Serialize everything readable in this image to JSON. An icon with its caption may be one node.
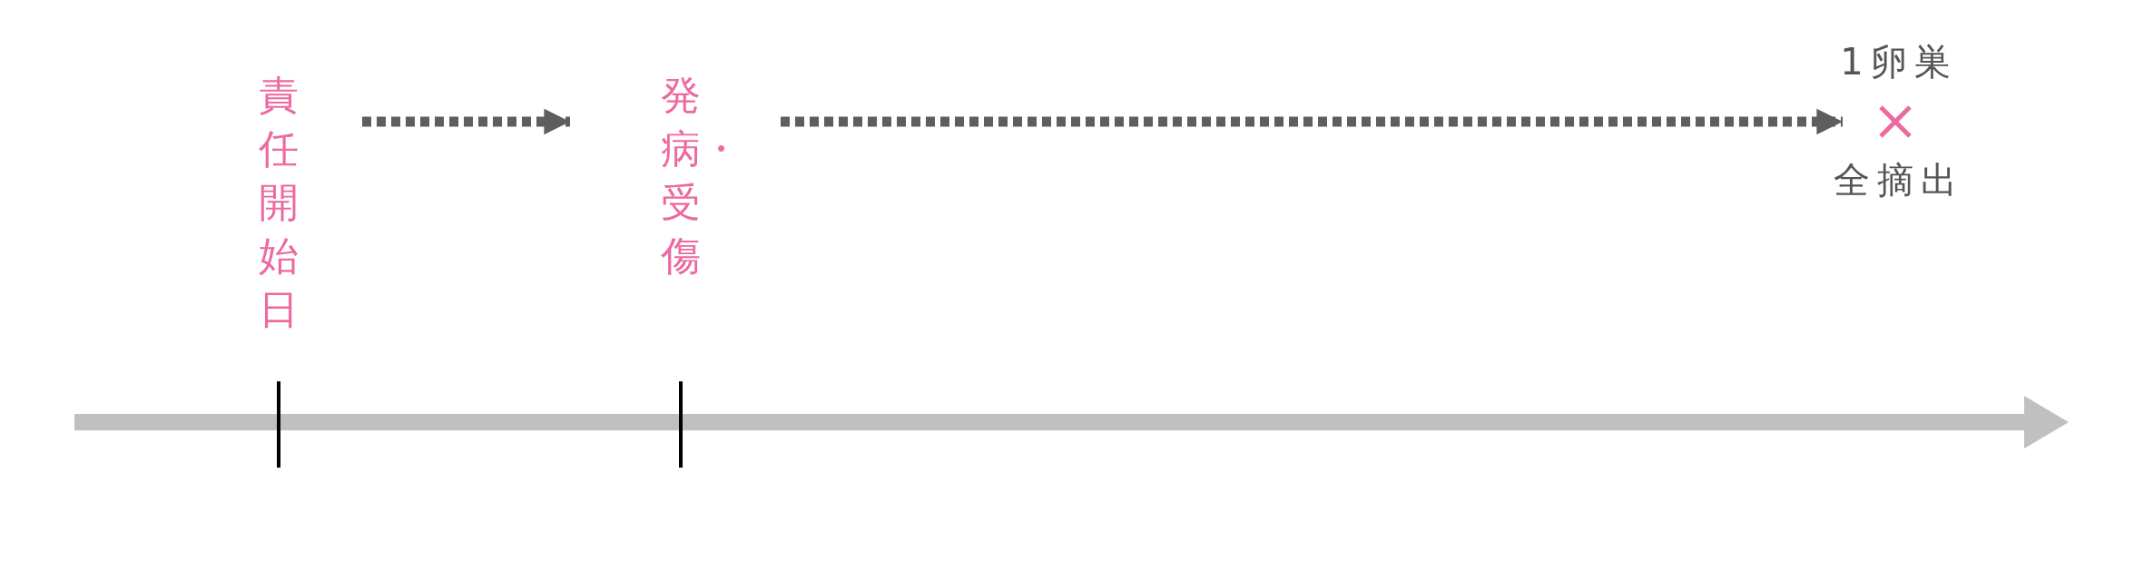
{
  "diagram": {
    "nodes": [
      {
        "text": [
          "責任開始日"
        ]
      },
      {
        "text": [
          "発病・受傷"
        ]
      },
      {
        "text": [],
        "shape": "cross",
        "beside": [
          "1卵巣",
          "全摘出"
        ]
      }
    ],
    "edges": [
      {
        "from": 0,
        "to": 1,
        "arrow": "to",
        "style": "dashed"
      },
      {
        "from": 1,
        "to": 2,
        "arrow": "to",
        "style": "dashed"
      }
    ]
  }
}
